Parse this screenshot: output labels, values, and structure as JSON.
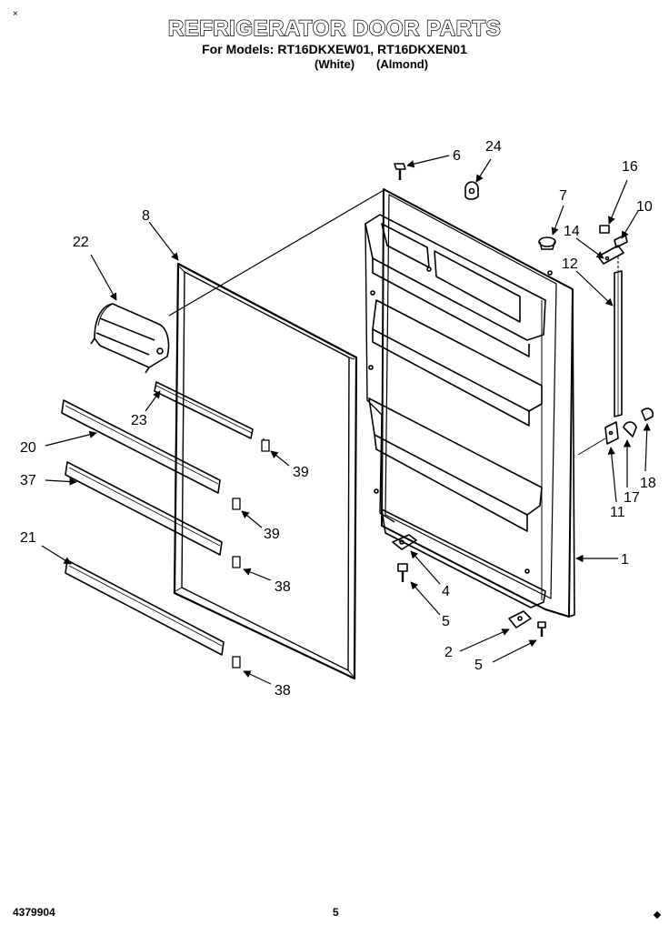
{
  "header": {
    "title": "REFRIGERATOR DOOR PARTS",
    "models_line": "For Models: RT16DKXEW01, RT16DKXEN01",
    "color_white": "(White)",
    "color_almond": "(Almond)",
    "corner_mark": "×"
  },
  "footer": {
    "part_number": "4379904",
    "page_number": "5"
  },
  "callouts": [
    "1",
    "2",
    "4",
    "5",
    "5",
    "6",
    "7",
    "8",
    "10",
    "11",
    "12",
    "14",
    "16",
    "17",
    "18",
    "20",
    "21",
    "22",
    "23",
    "24",
    "37",
    "38",
    "38",
    "39",
    "39"
  ]
}
